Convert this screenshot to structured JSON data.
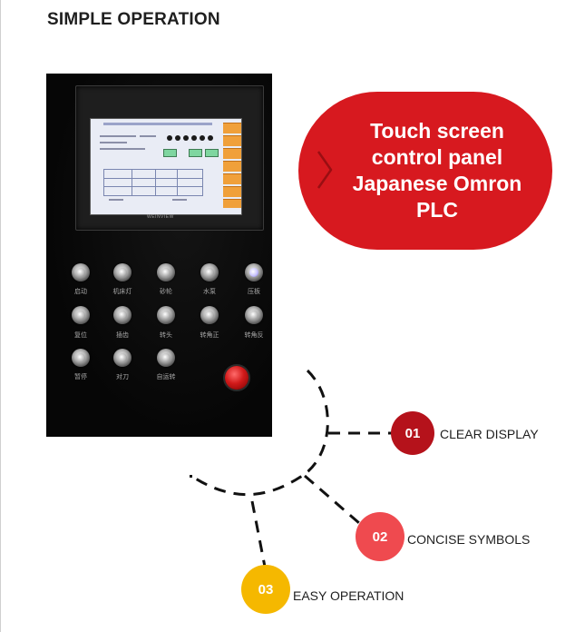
{
  "page": {
    "title": "SIMPLE OPERATION"
  },
  "callout": {
    "text": "Touch screen control panel Japanese Omron PLC"
  },
  "panel": {
    "brand": "WEINVIEW",
    "buttons": [
      {
        "label": "启动"
      },
      {
        "label": "机床灯"
      },
      {
        "label": "砂轮"
      },
      {
        "label": "水泵"
      },
      {
        "label": "压板"
      },
      {
        "label": "复位"
      },
      {
        "label": "插齿"
      },
      {
        "label": "转头"
      },
      {
        "label": "转角正"
      },
      {
        "label": "转角反"
      },
      {
        "label": "暂停"
      },
      {
        "label": "对刀"
      },
      {
        "label": "自运转"
      }
    ]
  },
  "features": [
    {
      "number": "01",
      "label": "CLEAR DISPLAY",
      "color": "#b5121b"
    },
    {
      "number": "02",
      "label": "CONCISE SYMBOLS",
      "color": "#ef4a4f"
    },
    {
      "number": "03",
      "label": "EASY OPERATION",
      "color": "#f5b800"
    }
  ],
  "colors": {
    "callout": "#d7191f",
    "title": "#1f1f1f"
  }
}
